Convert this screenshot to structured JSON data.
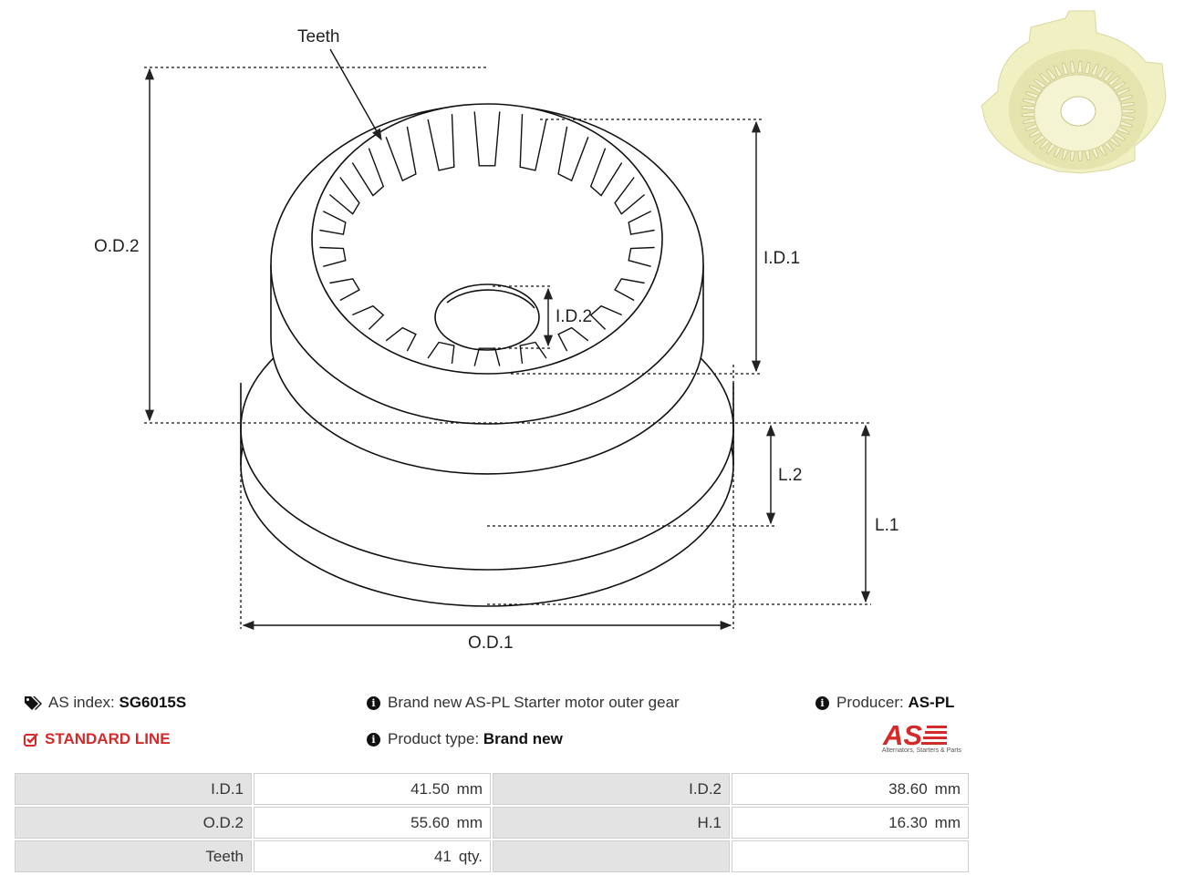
{
  "drawing": {
    "labels": {
      "teeth": "Teeth",
      "od2": "O.D.2",
      "id1": "I.D.1",
      "id2": "I.D.2",
      "l2": "L.2",
      "l1": "L.1",
      "od1": "O.D.1"
    }
  },
  "info": {
    "as_index_label": "AS index:",
    "as_index_value": "SG6015S",
    "line": "STANDARD LINE",
    "description": "Brand new AS-PL Starter motor outer gear",
    "product_type_label": "Product type:",
    "product_type_value": "Brand new",
    "producer_label": "Producer:",
    "producer_value": "AS-PL",
    "logo_mark": "AS",
    "logo_tagline": "Alternators, Starters & Parts"
  },
  "params": {
    "rows": [
      {
        "name1": "I.D.1",
        "val1": "41.50",
        "unit1": "mm",
        "name2": "I.D.2",
        "val2": "38.60",
        "unit2": "mm"
      },
      {
        "name1": "O.D.2",
        "val1": "55.60",
        "unit1": "mm",
        "name2": "H.1",
        "val2": "16.30",
        "unit2": "mm"
      },
      {
        "name1": "Teeth",
        "val1": "41",
        "unit1": "qty.",
        "name2": "",
        "val2": "",
        "unit2": ""
      }
    ]
  },
  "colors": {
    "accent_red": "#d42a2a",
    "gear_plastic": "#f1f0c2",
    "table_header_bg": "#e3e3e3"
  },
  "icons": {
    "tags": "tags-icon",
    "check": "check-square-icon",
    "info": "info-circle-icon"
  }
}
